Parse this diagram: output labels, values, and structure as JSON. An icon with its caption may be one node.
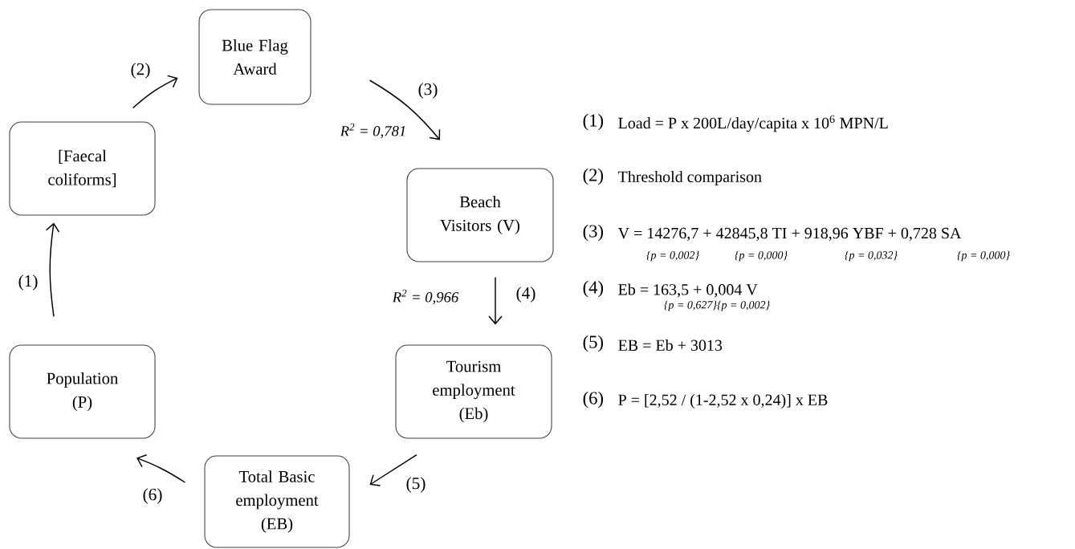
{
  "diagram": {
    "nodes": [
      {
        "text": [
          "Population (P)"
        ]
      },
      {
        "text": [
          "[Faecal coliforms]"
        ]
      },
      {
        "text": [
          "Blue Flag Award"
        ]
      },
      {
        "text": [
          "Beach Visitors (V)"
        ]
      },
      {
        "text": [
          "Tourism employment (Eb)"
        ]
      },
      {
        "text": [
          "Total Basic employment (EB)"
        ]
      }
    ],
    "edges": [
      {
        "from": 0,
        "to": 1,
        "arrow": "to",
        "label": "(1)"
      },
      {
        "from": 1,
        "to": 2,
        "arrow": "to",
        "label": "(2)"
      },
      {
        "from": 2,
        "to": 3,
        "arrow": "to",
        "label": "(3)"
      },
      {
        "from": 3,
        "to": 4,
        "arrow": "to",
        "label": "(4)"
      },
      {
        "from": 4,
        "to": 5,
        "arrow": "to",
        "label": "(5)"
      },
      {
        "from": 5,
        "to": 0,
        "arrow": "to",
        "label": "(6)"
      }
    ],
    "labels": [
      "(1)",
      "Load = P x 200L/day/capita x 10$^{6}$ MPN/L",
      "(2)",
      "Threshold comparison",
      "(3)",
      "V = 14276,7 + 42845,8 TI + 918,96 YBF + 0,728 SA",
      "{p = 0,002}",
      "{p = 0,000}",
      "{p = 0,032}",
      "{p = 0,000}",
      "(4)",
      "Eb = 163,5 + 0,004 V",
      "{p = 0,627}{p = 0,002}",
      "(5)",
      "EB = Eb + 3013",
      "(6)",
      "P = [2,52 / (1-2,52 x 0,24)] x EB",
      "R$^{2}$ = 0,781",
      "R$^{2}$ = 0,966"
    ]
  }
}
